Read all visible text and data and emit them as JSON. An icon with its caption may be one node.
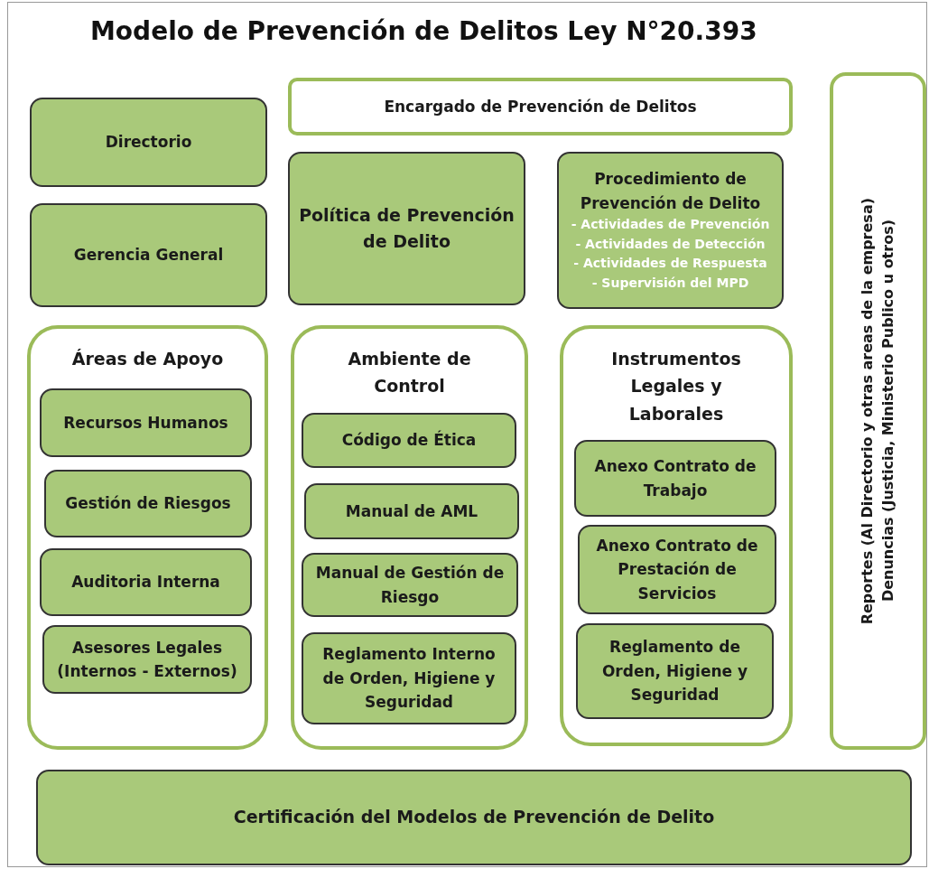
{
  "diagram": {
    "title": "Modelo de Prevención de Delitos Ley N°20.393",
    "nodes": [
      {
        "text": [
          "Directorio"
        ]
      },
      {
        "text": [
          "Gerencia General"
        ]
      },
      {
        "text": [
          "Encargado de Prevención de Delitos"
        ]
      },
      {
        "text": [
          "Política de Prevención de Delito"
        ]
      },
      {
        "text": [
          "Procedimiento de Prevención de Delito",
          "- Actividades de Prevención",
          "- Actividades de Detección",
          "- Actividades de Respuesta",
          "- Supervisión del MPD"
        ]
      },
      {
        "text": [
          "Reportes (Al Directorio y otras areas de la empresa)",
          "Denuncias (Justicia, Ministerio Publico u otros)"
        ]
      },
      {
        "text": [
          "Áreas de Apoyo"
        ]
      },
      {
        "text": [
          "Recursos Humanos"
        ],
        "in": 6
      },
      {
        "text": [
          "Gestión de Riesgos"
        ],
        "in": 6
      },
      {
        "text": [
          "Auditoria Interna"
        ],
        "in": 6
      },
      {
        "text": [
          "Asesores Legales (Internos - Externos)"
        ],
        "in": 6
      },
      {
        "text": [
          "Ambiente de Control"
        ]
      },
      {
        "text": [
          "Código de Ética"
        ],
        "in": 11
      },
      {
        "text": [
          "Manual de AML"
        ],
        "in": 11
      },
      {
        "text": [
          "Manual de Gestión de Riesgo"
        ],
        "in": 11
      },
      {
        "text": [
          "Reglamento Interno de Orden, Higiene y Seguridad"
        ],
        "in": 11
      },
      {
        "text": [
          "Instrumentos Legales y Laborales"
        ]
      },
      {
        "text": [
          "Anexo Contrato de Trabajo"
        ],
        "in": 16
      },
      {
        "text": [
          "Anexo Contrato de Prestación de Servicios"
        ],
        "in": 16
      },
      {
        "text": [
          "Reglamento de Orden, Higiene y Seguridad"
        ],
        "in": 16
      },
      {
        "text": [
          "Certificación del Modelos de Prevención de Delito"
        ]
      }
    ]
  }
}
